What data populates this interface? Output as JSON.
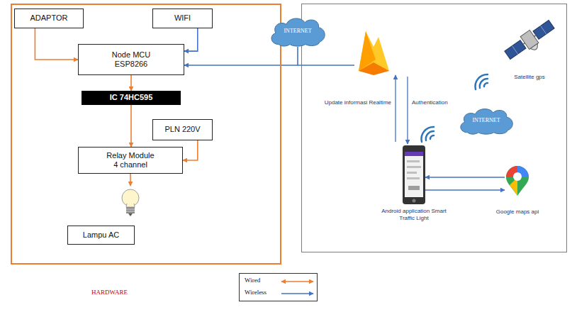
{
  "diagram": {
    "nodes": [
      {
        "text": [
          "HARDWARE"
        ]
      },
      {
        "text": [
          "ADAPTOR"
        ],
        "in": 0
      },
      {
        "text": [
          "WIFI"
        ],
        "in": 0
      },
      {
        "text": [
          "Node MCU ESP8266"
        ],
        "in": 0
      },
      {
        "text": [
          "IC 74HC595"
        ],
        "in": 0
      },
      {
        "text": [
          "PLN 220V"
        ],
        "in": 0
      },
      {
        "text": [
          "Relay Module 4 channel"
        ],
        "in": 0
      },
      {
        "text": [
          "Lampu AC"
        ],
        "in": 0
      },
      {
        "text": [
          "INTERNET"
        ]
      },
      {
        "text": [
          "Satellite gps"
        ]
      },
      {
        "text": [
          "INTERNET"
        ]
      },
      {
        "text": [
          "Android application Smart Traffic Light"
        ]
      },
      {
        "text": [
          "Google maps api"
        ]
      }
    ],
    "edges": [
      {
        "from": 1,
        "to": 3,
        "arrow": "to"
      },
      {
        "from": 2,
        "to": 3,
        "arrow": "to"
      },
      {
        "from": 3,
        "to": 4,
        "arrow": "to"
      },
      {
        "from": 4,
        "to": 6,
        "arrow": "to"
      },
      {
        "from": 5,
        "to": 6,
        "arrow": "to"
      },
      {
        "from": 6,
        "to": 7,
        "arrow": "to"
      },
      {
        "from": 8,
        "to": 3,
        "arrow": "to"
      },
      {
        "from": 12,
        "to": 11,
        "arrow": "to"
      },
      {
        "from": 11,
        "to": 12,
        "arrow": "to"
      }
    ],
    "labels": [
      "Update informasi Realtime",
      "Authentication"
    ],
    "legend": [
      {
        "text": "Wired"
      },
      {
        "text": "Wireless"
      }
    ]
  }
}
